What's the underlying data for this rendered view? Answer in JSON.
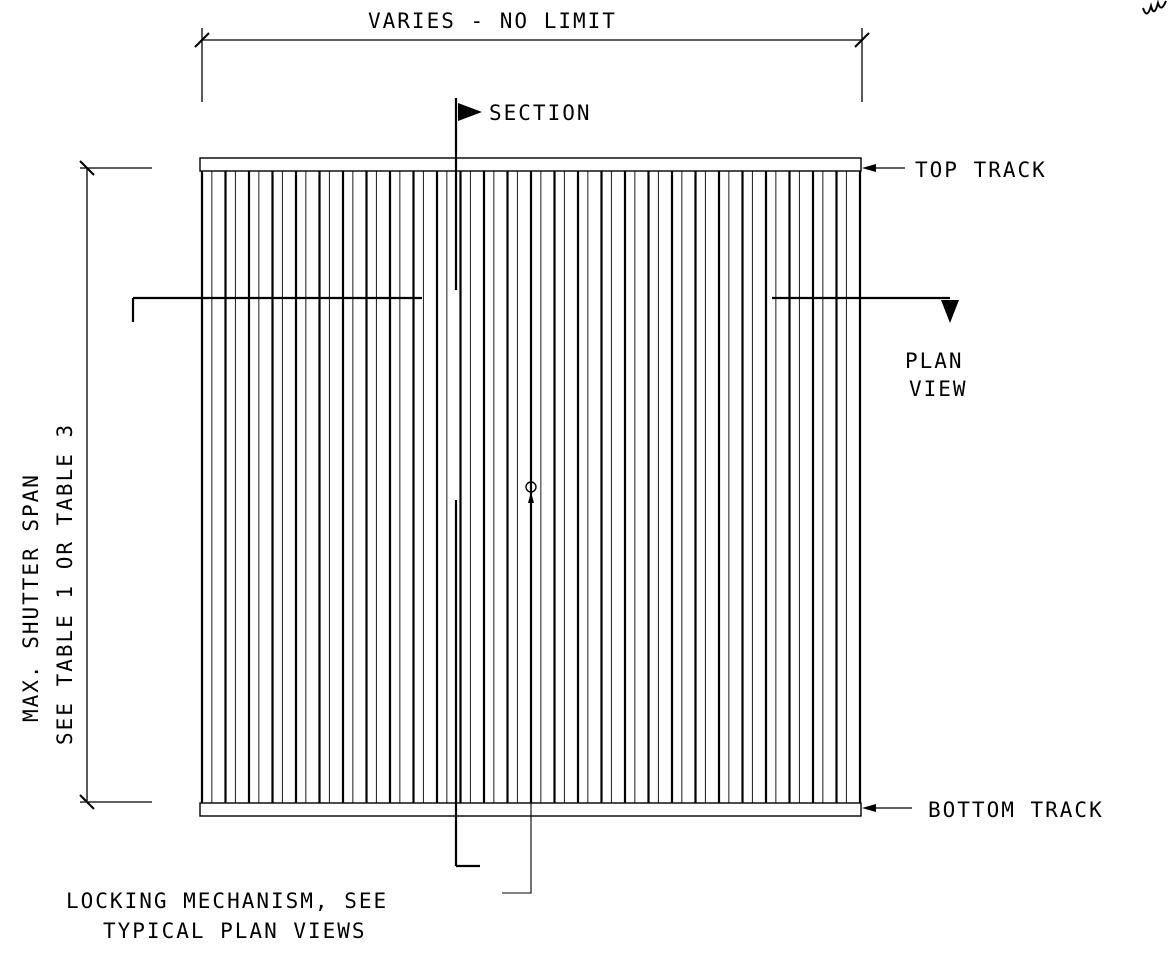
{
  "labels": {
    "width_dimension": "VARIES - NO LIMIT",
    "section": "SECTION",
    "top_track": "TOP TRACK",
    "bottom_track": "BOTTOM TRACK",
    "plan_line1": "PLAN",
    "plan_line2": "VIEW",
    "span_line1": "MAX. SHUTTER SPAN",
    "span_line2": "SEE TABLE 1 OR TABLE 3",
    "locking_line1": "LOCKING MECHANISM, SEE",
    "locking_line2": "TYPICAL PLAN VIEWS"
  },
  "shutter": {
    "panel_count": 28
  },
  "colors": {
    "ink": "#000000",
    "paper": "#ffffff"
  }
}
